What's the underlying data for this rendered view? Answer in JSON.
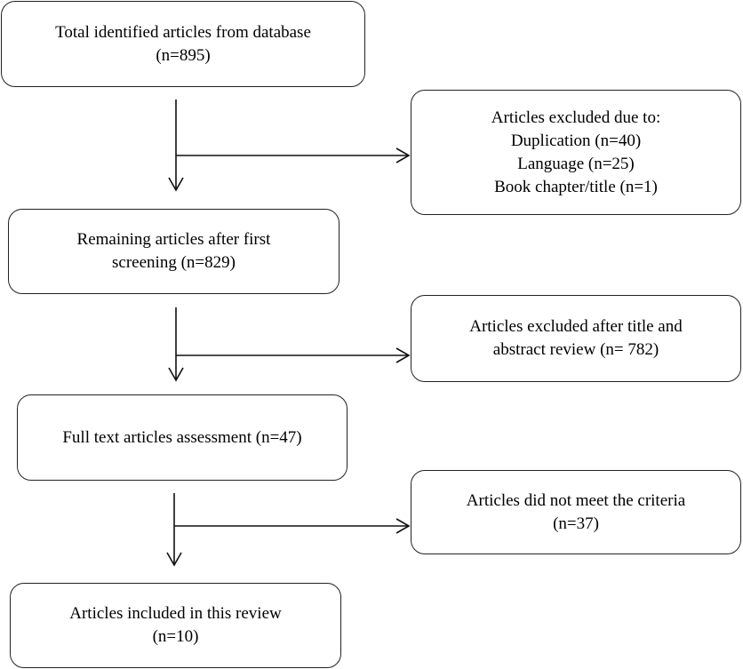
{
  "flowchart": {
    "boxes": {
      "total_identified": {
        "line1": "Total identified articles from database",
        "line2": "(n=895)"
      },
      "excluded_first": {
        "line1": "Articles excluded due to:",
        "line2": "Duplication (n=40)",
        "line3": "Language (n=25)",
        "line4": "Book chapter/title (n=1)"
      },
      "remaining_after_first": {
        "line1": "Remaining articles after first",
        "line2": "screening (n=829)"
      },
      "excluded_title_abstract": {
        "line1": "Articles excluded after title and",
        "line2": "abstract review (n= 782)"
      },
      "full_text_assessment": {
        "line1": "Full text articles assessment (n=47)"
      },
      "not_meet_criteria": {
        "line1": "Articles did not meet the criteria",
        "line2": "(n=37)"
      },
      "included": {
        "line1": "Articles included in this review",
        "line2": "(n=10)"
      }
    }
  }
}
